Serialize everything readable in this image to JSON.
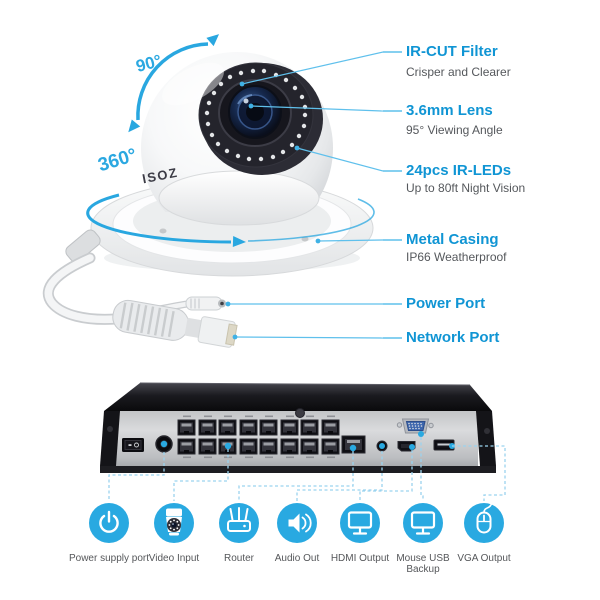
{
  "rotation": {
    "tilt_label": "90°",
    "pan_label": "360°"
  },
  "camera": {
    "logo": "ISOZ"
  },
  "feature_callouts": [
    {
      "title": "IR-CUT Filter",
      "subtitle": "Crisper and Clearer"
    },
    {
      "title": "3.6mm Lens",
      "subtitle": "95° Viewing Angle"
    },
    {
      "title": "24pcs IR-LEDs",
      "subtitle": "Up to 80ft Night Vision"
    },
    {
      "title": "Metal Casing",
      "subtitle": "IP66 Weatherproof"
    },
    {
      "title": "Power Port"
    },
    {
      "title": "Network Port"
    }
  ],
  "nvr_legend": [
    {
      "label": "Power supply port",
      "icon": "power-icon"
    },
    {
      "label": "Video Input",
      "icon": "camera-icon"
    },
    {
      "label": "Router",
      "icon": "router-icon"
    },
    {
      "label": "Audio Out",
      "icon": "speaker-icon"
    },
    {
      "label": "HDMI Output",
      "icon": "monitor-icon"
    },
    {
      "label": "Mouse USB Backup",
      "icon": "monitor-icon"
    },
    {
      "label": "VGA Output",
      "icon": "mouse-icon"
    }
  ],
  "colors": {
    "heading_blue": "#1095d4",
    "icon_blue": "#29a9e1",
    "arrow_blue": "#29a7e0",
    "dotted_line_blue": "#9bd3ef",
    "subtext_gray": "#55585c"
  }
}
